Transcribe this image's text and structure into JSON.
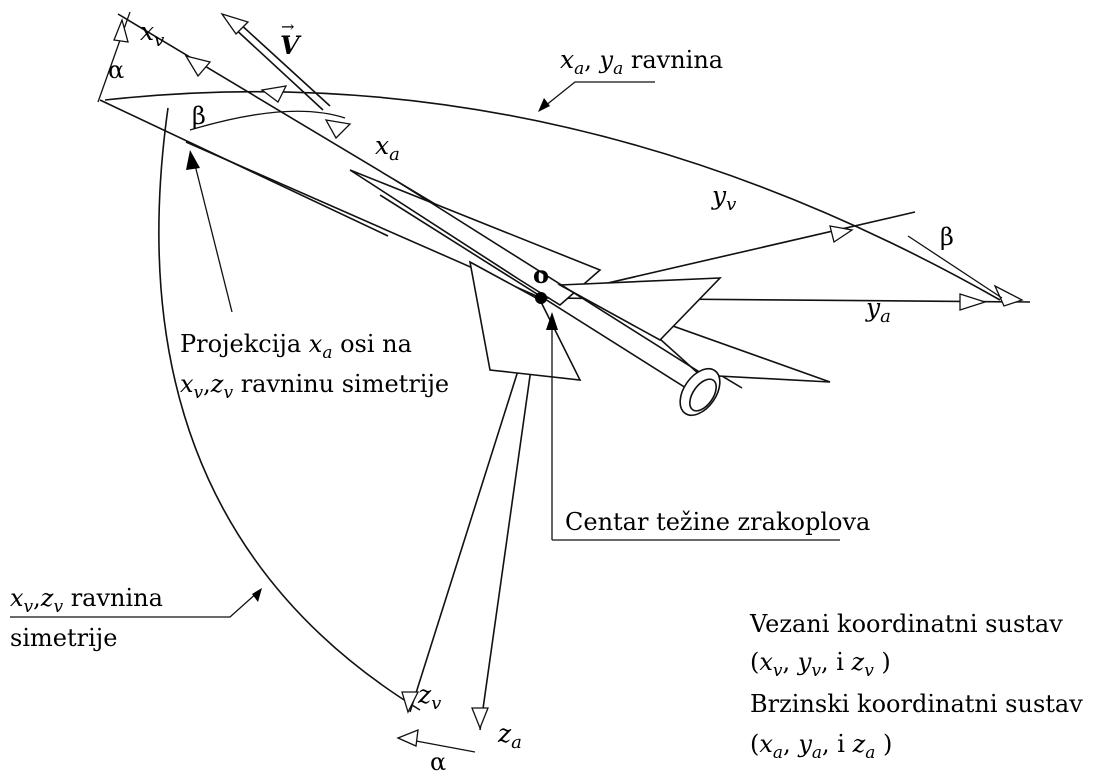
{
  "labels": {
    "xv": "x",
    "xv_sub": "v",
    "xa": "x",
    "xa_sub": "a",
    "yv": "y",
    "yv_sub": "v",
    "ya": "y",
    "ya_sub": "a",
    "zv": "z",
    "zv_sub": "v",
    "za": "z",
    "za_sub": "a",
    "velocity": "V",
    "origin": "o",
    "alpha": "α",
    "beta": "β"
  },
  "annotations": {
    "xa_ya_plane_math": "x",
    "xa_ya_plane_rest": "ravnina",
    "projection_line1_pre": "Projekcija",
    "projection_line1_post": "osi na",
    "projection_line2_post": "ravninu simetrije",
    "center_of_gravity": "Centar težine zrakoplova",
    "symmetry_plane_line1": "ravnina",
    "symmetry_plane_line2": "simetrije"
  },
  "legend": {
    "body_system_title": "Vezani koordinatni sustav",
    "body_system_axes": "(x",
    "velocity_system_title": "Brzinski koordinatni sustav",
    "velocity_system_axes": "(x"
  }
}
